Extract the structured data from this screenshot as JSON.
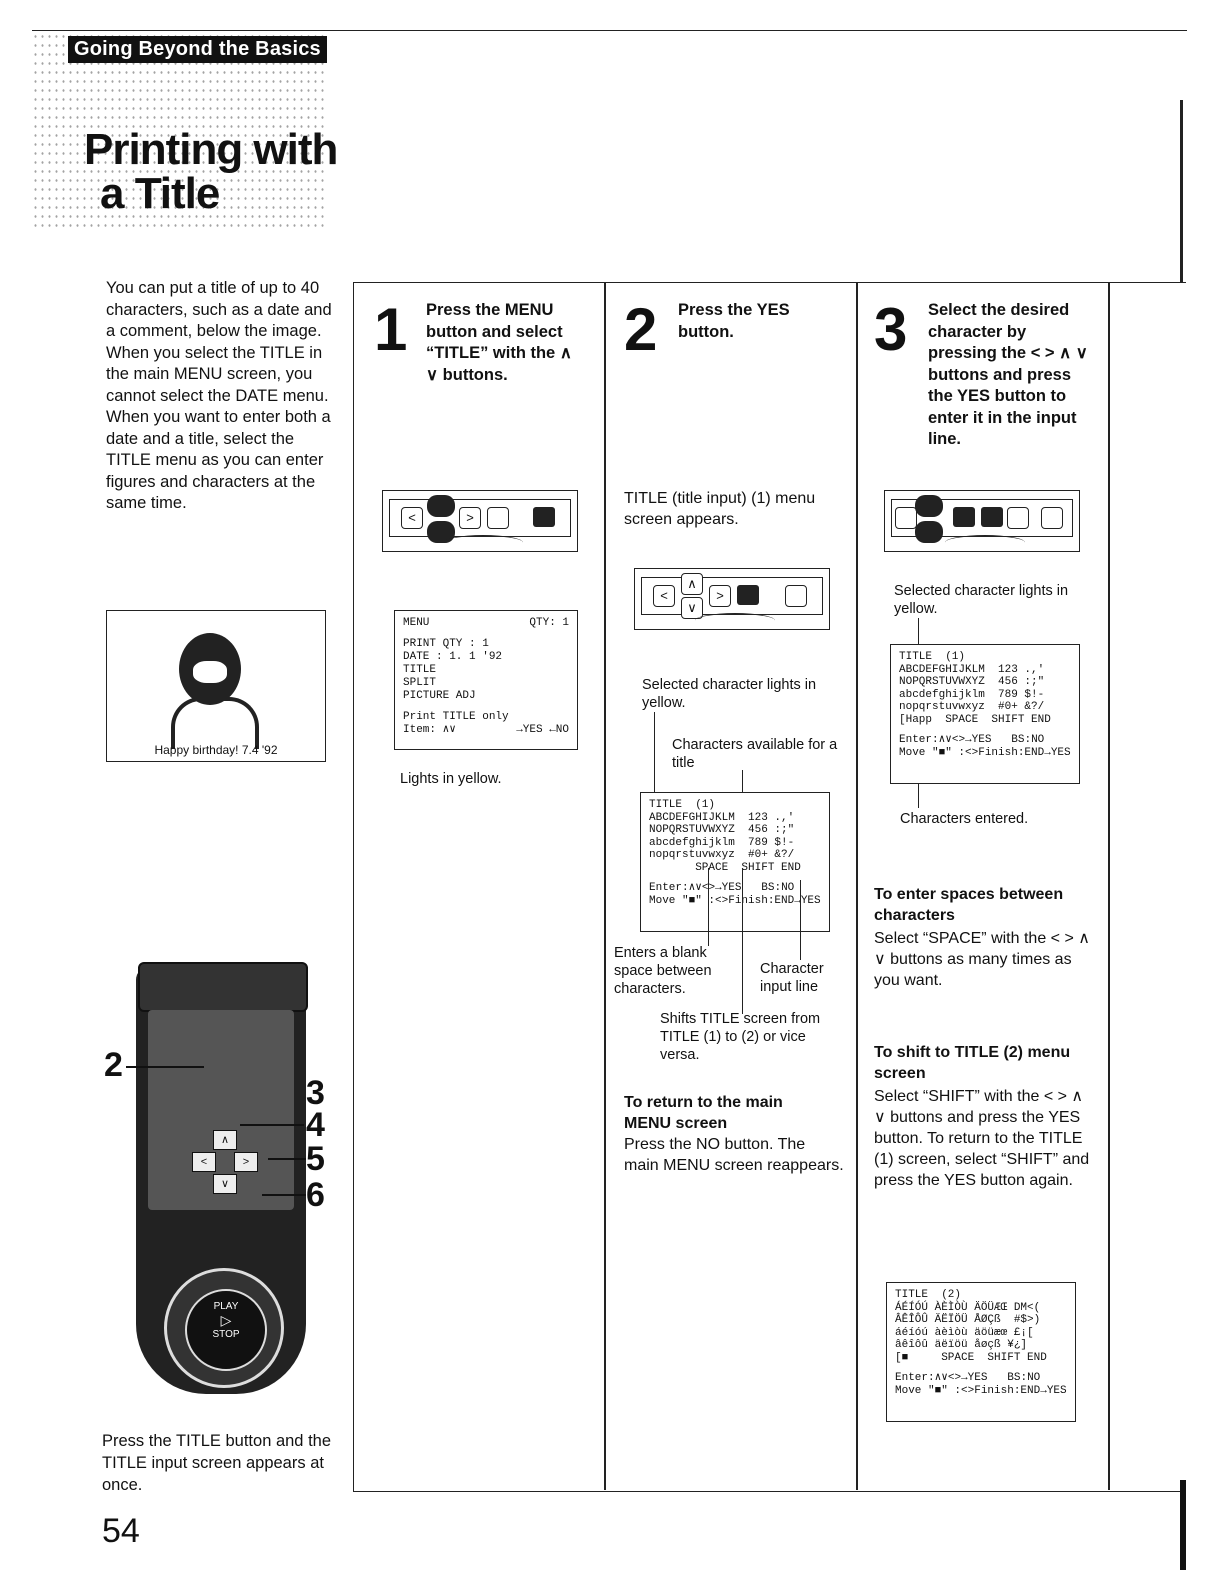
{
  "header": {
    "section_tag": "Going Beyond the Basics",
    "title_line1": "Printing with",
    "title_line2": "a Title"
  },
  "intro": {
    "text": "You can put a title of up to 40 characters, such as a date and a comment, below the image. When you select the TITLE in the main MENU screen, you cannot select the DATE menu. When you want to enter both a date and a title, select the TITLE menu as you can enter figures and characters at the same time.",
    "photo_caption": "Happy birthday! 7.4 '92"
  },
  "remote": {
    "callouts": [
      "2",
      "3",
      "4",
      "5",
      "6"
    ],
    "caption": "Press the TITLE button and the TITLE input screen appears at once.",
    "play_label": "PLAY",
    "stop_label": "STOP"
  },
  "page_number": "54",
  "step1": {
    "number": "1",
    "instruction": "Press the MENU button and select “TITLE” with the ∧ ∨ buttons.",
    "screen": {
      "title": "MENU",
      "qty": "QTY: 1",
      "lines": [
        "PRINT QTY : 1",
        "DATE      : 1. 1 '92",
        "TITLE",
        "SPLIT",
        "PICTURE ADJ"
      ],
      "footer1": "Print TITLE only",
      "footer2": "Item: ∧∨",
      "footer_right": "→YES ←NO"
    },
    "note": "Lights in yellow."
  },
  "step2": {
    "number": "2",
    "instruction": "Press the YES button.",
    "result": "TITLE (title input) (1) menu screen appears.",
    "label_selected": "Selected character lights in yellow.",
    "label_available": "Characters available for a title",
    "screen_lines": [
      "TITLE  (1)",
      "ABCDEFGHIJKLM  123 .,'",
      "NOPQRSTUVWXYZ  456 :;\"",
      "abcdefghijklm  789 $!-",
      "nopqrstuvwxyz  #0+ &?/",
      "       SPACE  SHIFT END",
      "Enter:∧∨<>→YES   BS:NO",
      "Move \"■\" :<>Finish:END→YES"
    ],
    "label_blank": "Enters a blank space between characters.",
    "label_input_line": "Character input line",
    "label_shift": "Shifts TITLE screen from TITLE (1) to (2) or vice versa.",
    "return_heading": "To return to the main MENU screen",
    "return_text": "Press the NO button. The main MENU screen reappears."
  },
  "step3": {
    "number": "3",
    "instruction": "Select the desired character by pressing the < > ∧ ∨ buttons and press the YES button to enter it in the input line.",
    "label_selected": "Selected character lights in yellow.",
    "screen_lines": [
      "TITLE  (1)",
      "ABCDEFGHIJKLM  123 .,'",
      "NOPQRSTUVWXYZ  456 :;\"",
      "abcdefghijklm  789 $!-",
      "nopqrstuvwxyz  #0+ &?/",
      "[Happ  SPACE  SHIFT END",
      "Enter:∧∨<>→YES   BS:NO",
      "Move \"■\" :<>Finish:END→YES"
    ],
    "label_entered": "Characters entered.",
    "spaces_heading": "To enter spaces between characters",
    "spaces_text": "Select “SPACE” with the < > ∧ ∨ buttons as many times as you want.",
    "shift_heading": "To shift to TITLE (2) menu screen",
    "shift_text": "Select “SHIFT” with the < > ∧ ∨ buttons and press the YES button. To return to the TITLE (1) screen, select “SHIFT” and press the YES button again.",
    "screen2_lines": [
      "TITLE  (2)",
      "ÁÉÍÓÚ ÀÈÌÒÙ ÄÖÜÆŒ DM<(",
      "ÂÊÎÔÛ ÄËÏÖÜ ÅØÇß  #$>)",
      "áéíóú àèìòù äöüæœ £¡[",
      "âêîôû äëïöü åøçß ¥¿]",
      "[■     SPACE  SHIFT END",
      "Enter:∧∨<>→YES   BS:NO",
      "Move \"■\" :<>Finish:END→YES"
    ]
  }
}
